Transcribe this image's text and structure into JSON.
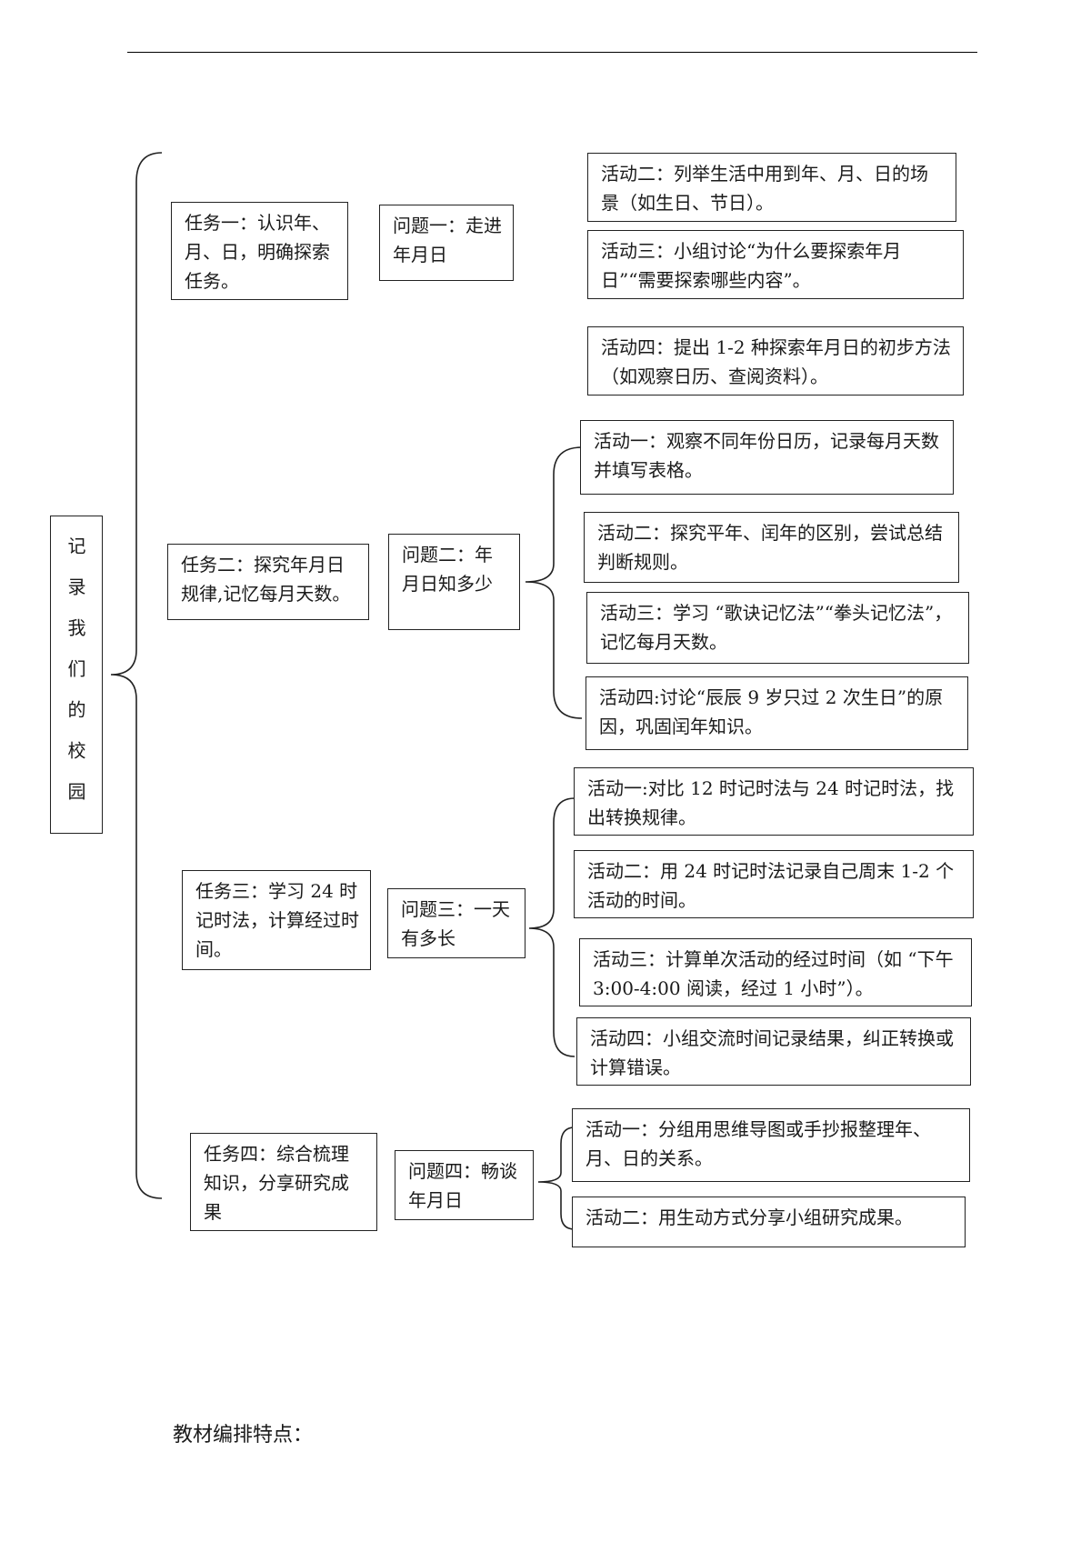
{
  "root": "记录我们的校园",
  "tasks": [
    {
      "label": "任务一：认识年、月、日，明确探索任务。",
      "question": "问题一：走进年月日",
      "activities": [
        "活动二：列举生活中用到年、月、日的场景（如生日、节日）。",
        "活动三：小组讨论“为什么要探索年月日”“需要探索哪些内容”。",
        "活动四：提出 1-2 种探索年月日的初步方法（如观察日历、查阅资料）。"
      ]
    },
    {
      "label": "任务二：探究年月日规律,记忆每月天数。",
      "question": "问题二：年月日知多少",
      "activities": [
        "活动一：观察不同年份日历，记录每月天数并填写表格。",
        "活动二：探究平年、闰年的区别，尝试总结判断规则。",
        "活动三：学习 “歌诀记忆法”“拳头记忆法”，记忆每月天数。",
        "活动四:讨论“辰辰 9 岁只过 2 次生日”的原因，巩固闰年知识。"
      ]
    },
    {
      "label": "任务三：学习 24 时记时法，计算经过时间。",
      "question": "问题三：一天有多长",
      "activities": [
        "活动一:对比 12 时记时法与 24 时记时法，找出转换规律。",
        "活动二：用 24 时记时法记录自己周末 1-2 个活动的时间。",
        "活动三：计算单次活动的经过时间（如 “下午 3:00-4:00 阅读，经过 1 小时”）。",
        "活动四：小组交流时间记录结果，纠正转换或计算错误。"
      ]
    },
    {
      "label": "任务四：综合梳理知识，分享研究成果",
      "question": "问题四：畅谈年月日",
      "activities": [
        "活动一：分组用思维导图或手抄报整理年、月、日的关系。",
        "活动二：用生动方式分享小组研究成果。"
      ]
    }
  ],
  "footer": "教材编排特点："
}
